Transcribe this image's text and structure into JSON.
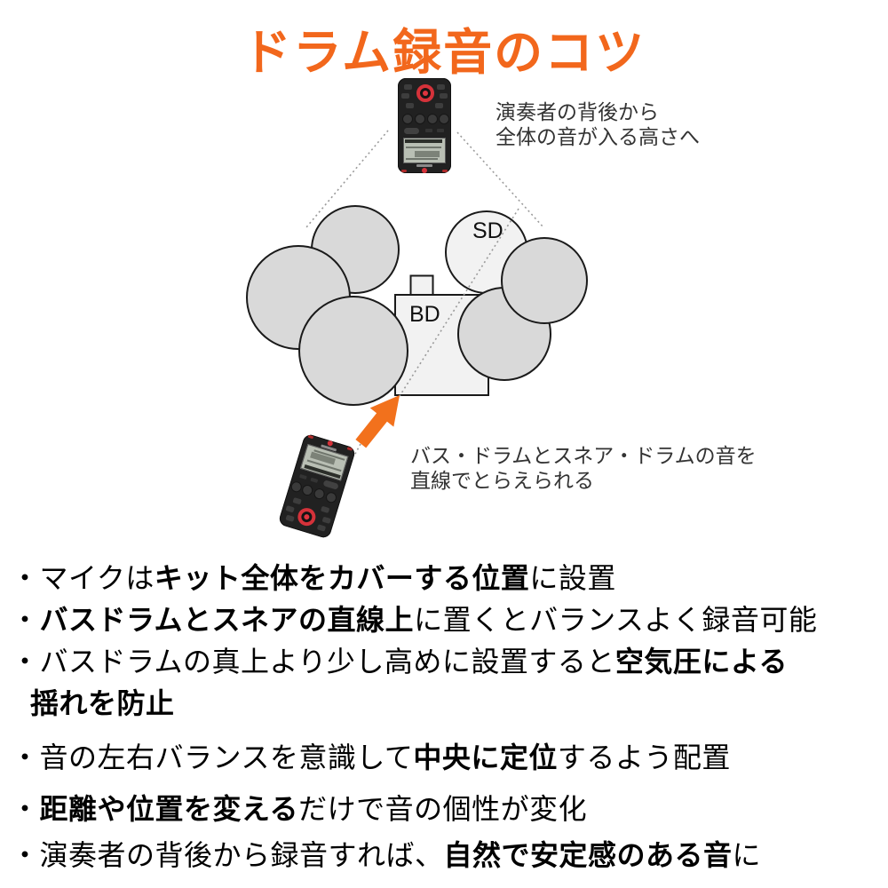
{
  "title": {
    "text": "ドラム録音のコツ",
    "color": "#f2671c"
  },
  "diagram": {
    "top_note": {
      "line1": "演奏者の背後から",
      "line2": "全体の音が入る高さへ"
    },
    "bottom_note": {
      "line1": "バス・ドラムとスネア・ドラムの音を",
      "line2": "直線でとらえられる"
    },
    "labels": {
      "snare": "SD",
      "bass": "BD"
    },
    "colors": {
      "drum_fill": "#d9d9d9",
      "bass_fill": "#f2f2f2",
      "outline": "#1a1a1a",
      "dotted_line": "#9a9a9a",
      "arrow": "#f2711c"
    }
  },
  "tips": [
    {
      "lines": [
        [
          {
            "t": "・マイクは"
          },
          {
            "t": "キット全体をカバーする位置",
            "b": true
          },
          {
            "t": "に設置"
          }
        ]
      ]
    },
    {
      "lines": [
        [
          {
            "t": "・"
          },
          {
            "t": "バスドラムとスネアの直線上",
            "b": true
          },
          {
            "t": "に置くとバランスよく録音可能"
          }
        ]
      ]
    },
    {
      "lines": [
        [
          {
            "t": "・バスドラムの真上より少し高めに設置すると"
          },
          {
            "t": "空気圧による",
            "b": true
          }
        ],
        [
          {
            "t": "揺れを防止",
            "b": true
          }
        ]
      ]
    },
    {
      "lines": [
        [
          {
            "t": "・音の左右バランスを意識して"
          },
          {
            "t": "中央に定位",
            "b": true
          },
          {
            "t": "するよう配置"
          }
        ]
      ]
    },
    {
      "lines": [
        [
          {
            "t": "・"
          },
          {
            "t": "距離や位置を変える",
            "b": true
          },
          {
            "t": "だけで音の個性が変化"
          }
        ]
      ]
    },
    {
      "lines": [
        [
          {
            "t": "・演奏者の背後から録音すれば、"
          },
          {
            "t": "自然で安定感のある音",
            "b": true
          },
          {
            "t": "に"
          }
        ]
      ]
    }
  ]
}
